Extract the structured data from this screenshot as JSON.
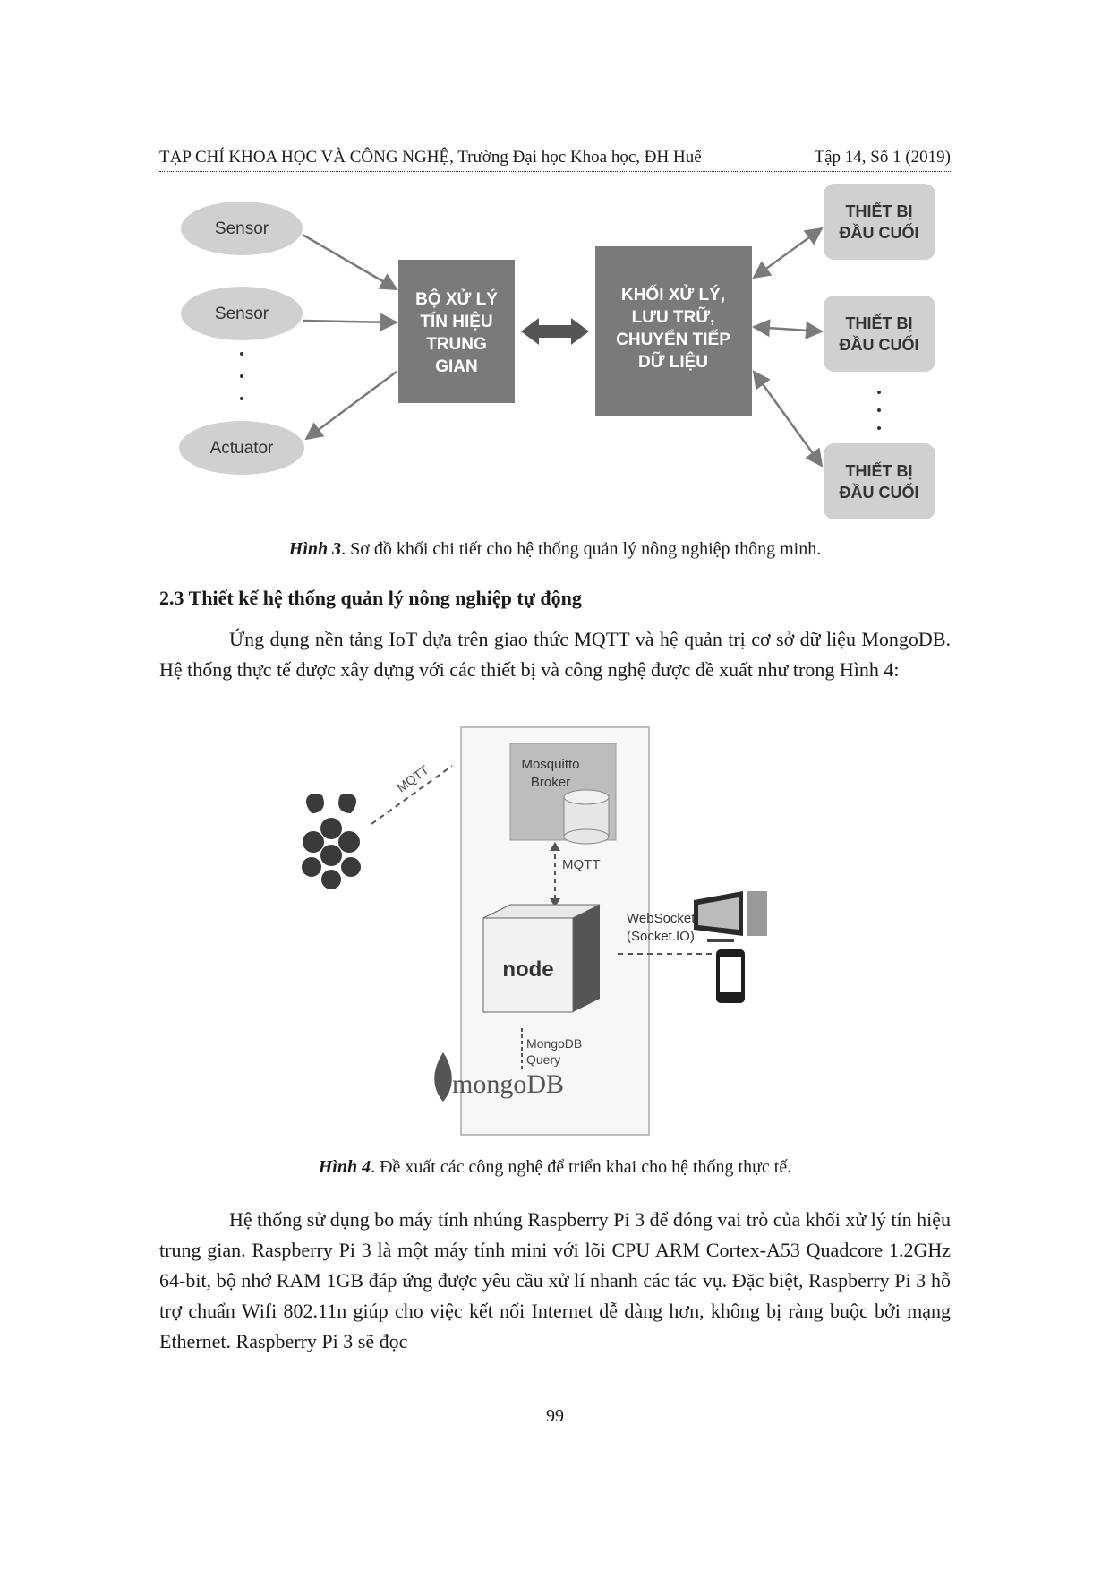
{
  "header": {
    "journal": "TẠP CHÍ KHOA HỌC VÀ CÔNG NGHỆ, Trường Đại học Khoa học, ĐH Huế",
    "volume": "Tập 14, Số 1 (2019)"
  },
  "figure3": {
    "left_nodes": [
      "Sensor",
      "Sensor",
      "Actuator"
    ],
    "middle_block": [
      "BỘ XỬ LÝ",
      "TÍN HIỆU",
      "TRUNG",
      "GIAN"
    ],
    "right_block": [
      "KHỐI XỬ LÝ,",
      "LƯU TRỮ,",
      "CHUYỂN TIẾP",
      "DỮ LIỆU"
    ],
    "devices": [
      [
        "THIẾT BỊ",
        "ĐẦU CUỐI"
      ],
      [
        "THIẾT BỊ",
        "ĐẦU CUỐI"
      ],
      [
        "THIẾT BỊ",
        "ĐẦU CUỐI"
      ]
    ],
    "caption_label": "Hình 3",
    "caption_text": ". Sơ đồ khối chi tiết cho hệ thống quản lý nông nghiệp thông minh."
  },
  "section": {
    "title": "2.3 Thiết kế hệ thống quản lý nông nghiệp tự động"
  },
  "paragraph1": "Ứng dụng nền tảng IoT dựa trên giao thức MQTT và hệ quản trị cơ sở dữ liệu MongoDB. Hệ thống thực tế được xây dựng với các thiết bị và công nghệ được đề xuất như trong Hình 4:",
  "figure4": {
    "broker_line1": "Mosquitto",
    "broker_line2": "Broker",
    "mqtt_label": "MQTT",
    "mqtt_diag_label": "MQTT",
    "websocket_line1": "WebSocket",
    "websocket_line2": "(Socket.IO)",
    "mongodb_query_line1": "MongoDB",
    "mongodb_query_line2": "Query",
    "node_logo": "node",
    "mongo_logo_a": "mongo",
    "mongo_logo_b": "DB",
    "caption_label": "Hình 4",
    "caption_text": ". Đề xuất các công nghệ để triển khai cho hệ thống thực tế."
  },
  "paragraph2": "Hệ thống sử dụng bo máy tính nhúng Raspberry Pi 3 để đóng vai trò của khối xử lý tín hiệu trung gian. Raspberry Pi 3 là một máy tính mini với lõi CPU ARM Cortex-A53 Quadcore 1.2GHz 64-bit, bộ nhớ RAM 1GB đáp ứng được yêu cầu xử lí nhanh các tác vụ. Đặc biệt, Raspberry Pi 3 hỗ trợ chuẩn Wifi 802.11n giúp cho việc kết nối Internet dễ dàng hơn, không bị ràng buộc bởi mạng Ethernet. Raspberry Pi 3 sẽ đọc",
  "page_number": "99"
}
